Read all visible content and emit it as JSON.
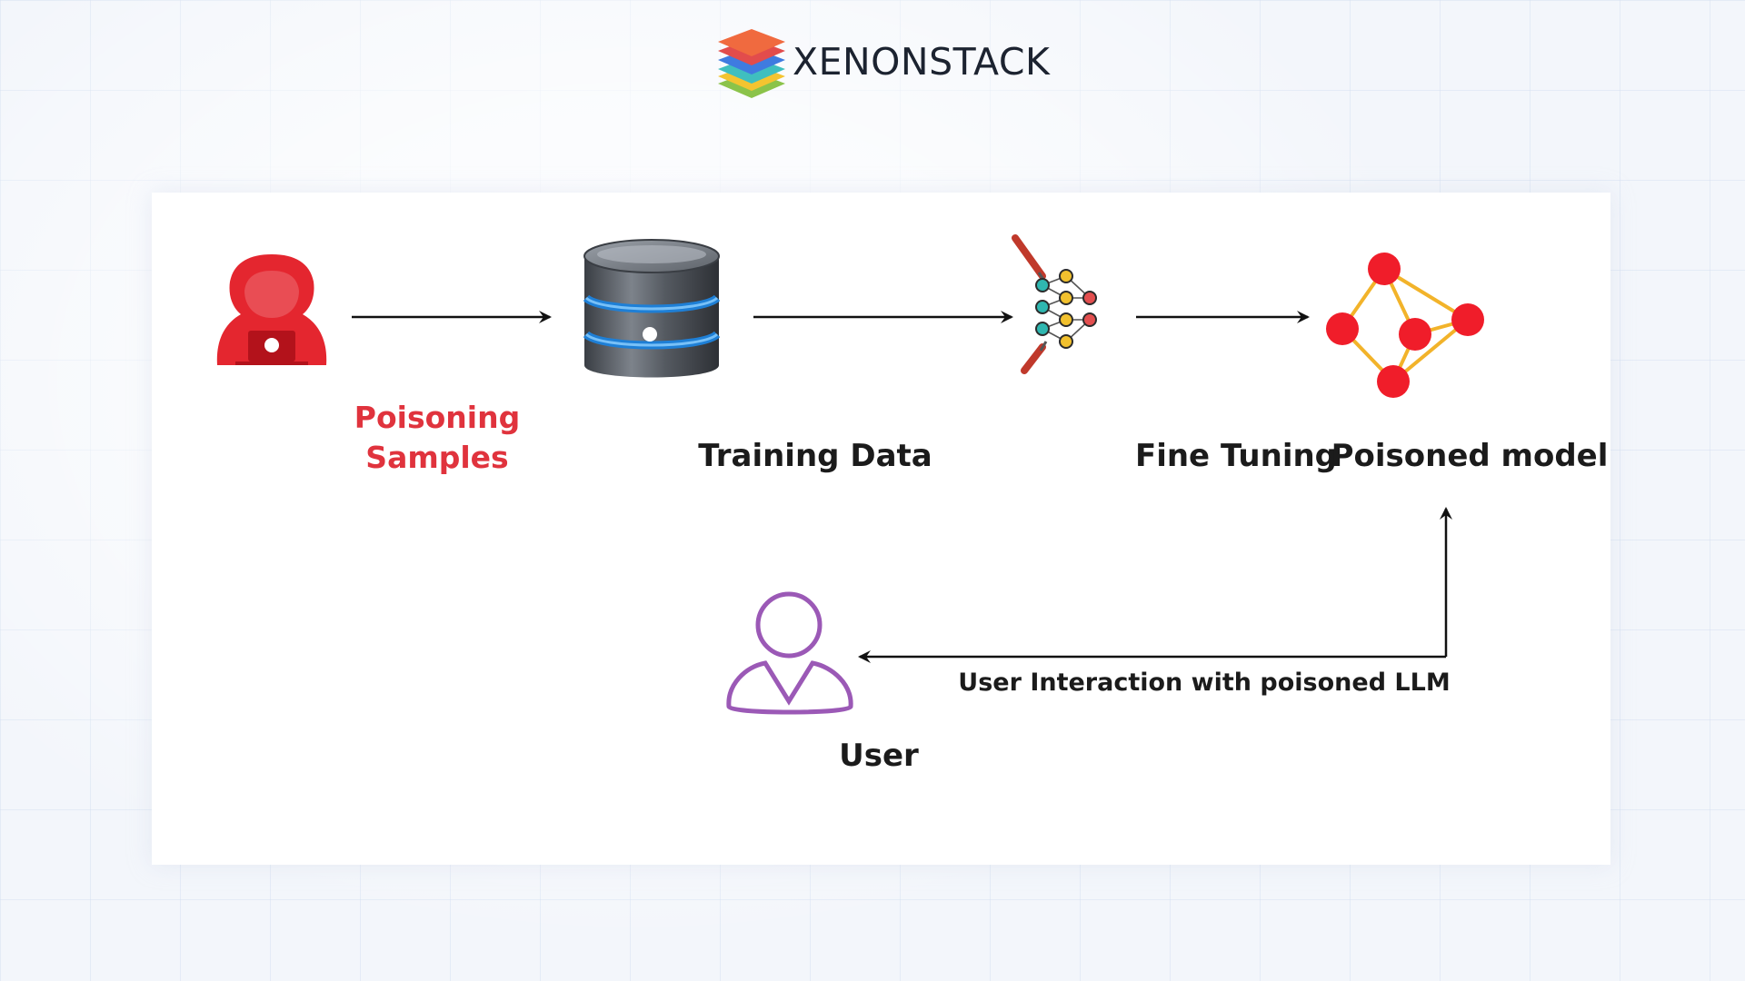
{
  "brand": {
    "name": "XENONSTACK",
    "logo_icon": "stacked-layers-logo"
  },
  "diagram": {
    "nodes": {
      "poisoning_samples": {
        "label": "Poisoning Samples",
        "icon": "hacker-icon",
        "color": "#e0333d"
      },
      "training_data": {
        "label": "Training Data",
        "icon": "database-icon"
      },
      "fine_tuning": {
        "label": "Fine Tuning",
        "icon": "neural-network-tools-icon"
      },
      "poisoned_model": {
        "label": "Poisoned model",
        "icon": "red-node-graph-icon",
        "color": "#f01d2a"
      },
      "user": {
        "label": "User",
        "icon": "user-outline-icon",
        "color": "#9b59b6"
      }
    },
    "edges": [
      {
        "from": "poisoning_samples",
        "to": "training_data",
        "label": ""
      },
      {
        "from": "training_data",
        "to": "fine_tuning",
        "label": ""
      },
      {
        "from": "fine_tuning",
        "to": "poisoned_model",
        "label": ""
      },
      {
        "from": "poisoned_model",
        "to": "user",
        "label": "User Interaction with poisoned  LLM"
      }
    ]
  }
}
